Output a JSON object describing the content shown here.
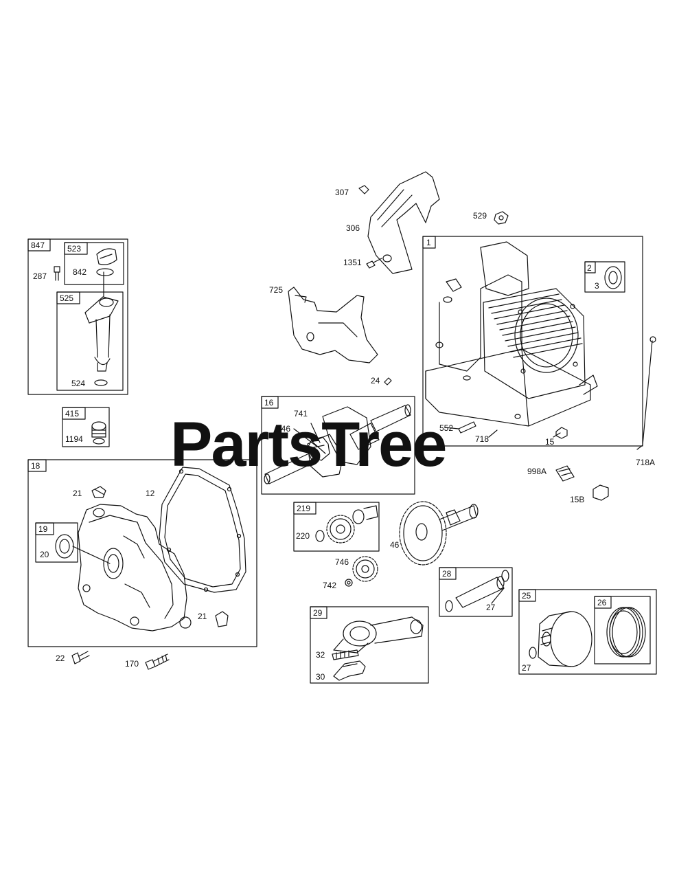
{
  "watermark": {
    "text": "PartsTree",
    "color": "#d9d9d9"
  },
  "colors": {
    "line": "#111111",
    "fill": "#ffffff",
    "shade": "#9a9a9a"
  },
  "boxes": [
    {
      "id": "box-847",
      "label": "847"
    },
    {
      "id": "box-523",
      "label": "523"
    },
    {
      "id": "box-525",
      "label": "525"
    },
    {
      "id": "box-415",
      "label": "415"
    },
    {
      "id": "box-18",
      "label": "18"
    },
    {
      "id": "box-19",
      "label": "19"
    },
    {
      "id": "box-16",
      "label": "16"
    },
    {
      "id": "box-219",
      "label": "219"
    },
    {
      "id": "box-1",
      "label": "1"
    },
    {
      "id": "box-2",
      "label": "2"
    },
    {
      "id": "box-28",
      "label": "28"
    },
    {
      "id": "box-29",
      "label": "29"
    },
    {
      "id": "box-25",
      "label": "25"
    },
    {
      "id": "box-26",
      "label": "26"
    }
  ],
  "callouts": [
    {
      "id": "c-287",
      "label": "287"
    },
    {
      "id": "c-842",
      "label": "842"
    },
    {
      "id": "c-524",
      "label": "524"
    },
    {
      "id": "c-1194",
      "label": "1194"
    },
    {
      "id": "c-21a",
      "label": "21"
    },
    {
      "id": "c-12",
      "label": "12"
    },
    {
      "id": "c-20",
      "label": "20"
    },
    {
      "id": "c-21b",
      "label": "21"
    },
    {
      "id": "c-22",
      "label": "22"
    },
    {
      "id": "c-170",
      "label": "170"
    },
    {
      "id": "c-307",
      "label": "307"
    },
    {
      "id": "c-306",
      "label": "306"
    },
    {
      "id": "c-1351",
      "label": "1351"
    },
    {
      "id": "c-725",
      "label": "725"
    },
    {
      "id": "c-529",
      "label": "529"
    },
    {
      "id": "c-24",
      "label": "24"
    },
    {
      "id": "c-741",
      "label": "741"
    },
    {
      "id": "c-146",
      "label": "146"
    },
    {
      "id": "c-3",
      "label": "3"
    },
    {
      "id": "c-552",
      "label": "552"
    },
    {
      "id": "c-718",
      "label": "718"
    },
    {
      "id": "c-15",
      "label": "15"
    },
    {
      "id": "c-718A",
      "label": "718A"
    },
    {
      "id": "c-998A",
      "label": "998A"
    },
    {
      "id": "c-15B",
      "label": "15B"
    },
    {
      "id": "c-220",
      "label": "220"
    },
    {
      "id": "c-46",
      "label": "46"
    },
    {
      "id": "c-746",
      "label": "746"
    },
    {
      "id": "c-742",
      "label": "742"
    },
    {
      "id": "c-27a",
      "label": "27"
    },
    {
      "id": "c-32",
      "label": "32"
    },
    {
      "id": "c-30",
      "label": "30"
    },
    {
      "id": "c-27b",
      "label": "27"
    }
  ]
}
